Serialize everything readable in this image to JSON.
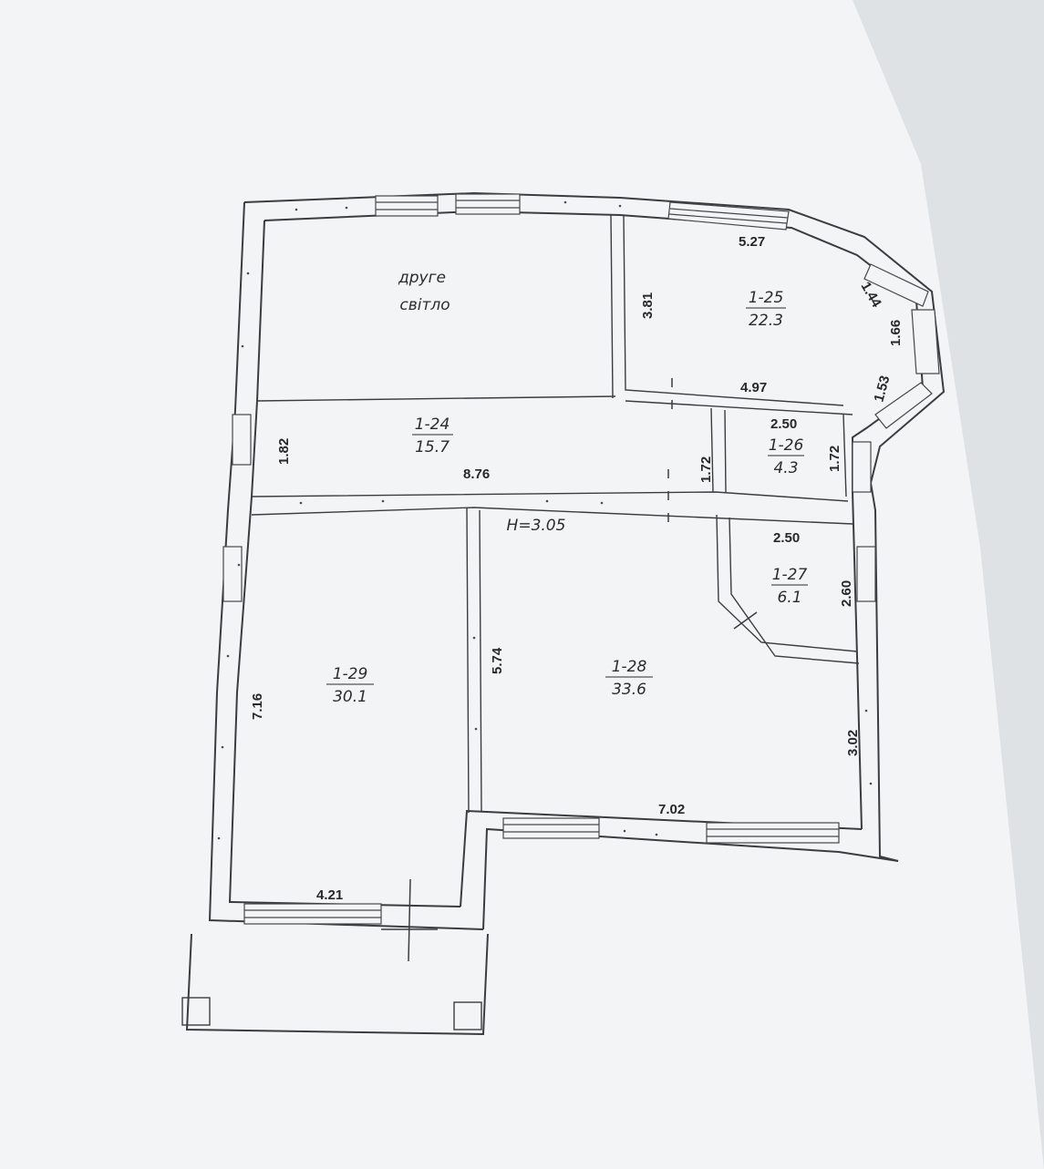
{
  "plan": {
    "height_label": "H=3.05",
    "second_light": {
      "line1": "друге",
      "line2": "світло"
    },
    "rooms": [
      {
        "id": "1-24",
        "area": "15.7"
      },
      {
        "id": "1-25",
        "area": "22.3"
      },
      {
        "id": "1-26",
        "area": "4.3"
      },
      {
        "id": "1-27",
        "area": "6.1"
      },
      {
        "id": "1-28",
        "area": "33.6"
      },
      {
        "id": "1-29",
        "area": "30.1"
      }
    ],
    "dimensions": {
      "d_527": "5.27",
      "d_381": "3.81",
      "d_497": "4.97",
      "d_144": "1.44",
      "d_166": "1.66",
      "d_153": "1.53",
      "d_182": "1.82",
      "d_876": "8.76",
      "d_172a": "1.72",
      "d_250a": "2.50",
      "d_172b": "1.72",
      "d_250b": "2.50",
      "d_260": "2.60",
      "d_574": "5.74",
      "d_716": "7.16",
      "d_302": "3.02",
      "d_702": "7.02",
      "d_421": "4.21"
    }
  }
}
